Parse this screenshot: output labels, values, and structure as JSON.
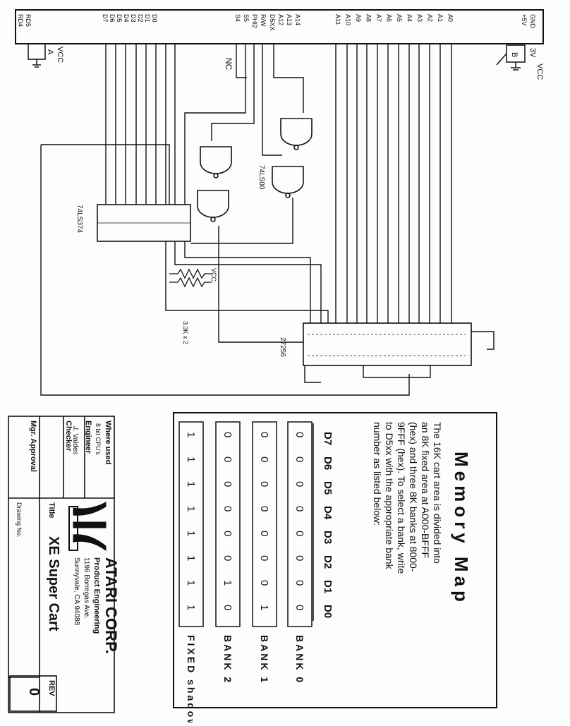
{
  "connector_pins": {
    "left_top": [
      "RD4",
      "RD5"
    ],
    "left_mid": [
      "D7",
      "D6",
      "D5",
      "D4",
      "D3",
      "D2",
      "D1",
      "D0"
    ],
    "ctrl": [
      "S4",
      "S5",
      "PHI2",
      "R/W"
    ],
    "addr_left": [
      "D5XX",
      "A12",
      "A13",
      "A14"
    ],
    "addr_right": [
      "A11",
      "A10",
      "A9",
      "A8",
      "A7",
      "A6",
      "A5",
      "A4",
      "A3",
      "A2",
      "A1",
      "A0"
    ],
    "right_end": [
      "+5V",
      "GND"
    ]
  },
  "labels": {
    "vcc": "VCC",
    "nc": "NC",
    "chip_74ls374": "74LS374",
    "chip_74ls00": "74LS00",
    "chip_27256": "27256",
    "pullup": "3.3K x 2",
    "tag_a": "A",
    "tag_b": "B",
    "tag_3v": "3V"
  },
  "memory_map": {
    "title": "Memory Map",
    "description": [
      "The 16K cart area is divided into",
      "an 8K fixed area at A000-BFFF",
      "(hex) and three 8K banks at 8000-",
      "9FFF (hex). To select a bank, write",
      "to D5xx with the appropriate bank",
      "number as listed below:"
    ],
    "header": [
      "D7",
      "D6",
      "D5",
      "D4",
      "D3",
      "D2",
      "D1",
      "D0"
    ],
    "rows": [
      {
        "bits": [
          "0",
          "0",
          "0",
          "0",
          "0",
          "0",
          "0",
          "0"
        ],
        "label": "BANK 0"
      },
      {
        "bits": [
          "0",
          "0",
          "0",
          "0",
          "0",
          "0",
          "0",
          "1"
        ],
        "label": "BANK 1"
      },
      {
        "bits": [
          "0",
          "0",
          "0",
          "0",
          "0",
          "0",
          "1",
          "0"
        ],
        "label": "BANK 2"
      },
      {
        "bits": [
          "1",
          "1",
          "1",
          "1",
          "1",
          "1",
          "1",
          "1"
        ],
        "label": "FIXED shadow"
      }
    ]
  },
  "title_block": {
    "where_used_label": "Where used",
    "where_used_value": "8 bit CPU's",
    "engineer_label": "Engineer",
    "engineer_value": "J. Valdes",
    "checker_label": "Checker",
    "mgr_label": "Mgr. Approval",
    "company": "ATARI CORP.",
    "dept": "Product Engineering",
    "address1": "1196 Borregas Ave.",
    "address2": "Sunnyvale, CA 94088",
    "title_label": "Title",
    "title_value": "XE Super Cart",
    "drawing_label": "Drawing No.",
    "rev_label": "REV",
    "rev_value": "0"
  }
}
